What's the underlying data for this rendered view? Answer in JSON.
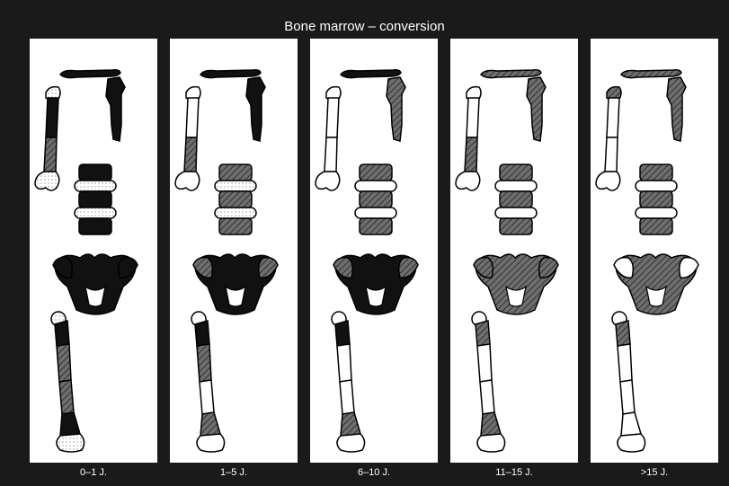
{
  "title": "Bone marrow – conversion",
  "legend_colors": {
    "red_marrow": "#111111",
    "mixed_marrow": "#6e6e6e",
    "yellow_marrow": "#ffffff",
    "dotted_marrow": "#ffffff",
    "background": "#1a1a1a",
    "panel": "#ffffff"
  },
  "stages": [
    {
      "label": "0–1 J.",
      "clav": "black",
      "scap": "black",
      "humHead": "dots",
      "humShaft": "black",
      "humLow": "gray",
      "humEnd": "dots",
      "vert": "black",
      "disc": "dots",
      "pelvis": "black",
      "wing": "black",
      "femHead": "dots",
      "femNeck": "black",
      "femUp": "gray",
      "femMid": "gray",
      "femLow": "black",
      "femEnd": "dots"
    },
    {
      "label": "1–5 J.",
      "clav": "black",
      "scap": "black",
      "humHead": "white",
      "humShaft": "white",
      "humLow": "gray",
      "humEnd": "white",
      "vert": "gray",
      "disc": "dots",
      "pelvis": "black",
      "wing": "gray",
      "femHead": "white",
      "femNeck": "black",
      "femUp": "gray",
      "femMid": "white",
      "femLow": "gray",
      "femEnd": "white"
    },
    {
      "label": "6–10 J.",
      "clav": "black",
      "scap": "gray",
      "humHead": "white",
      "humShaft": "white",
      "humLow": "white",
      "humEnd": "white",
      "vert": "gray",
      "disc": "white",
      "pelvis": "black",
      "wing": "gray",
      "femHead": "white",
      "femNeck": "black",
      "femUp": "white",
      "femMid": "white",
      "femLow": "gray",
      "femEnd": "white"
    },
    {
      "label": "11–15 J.",
      "clav": "gray",
      "scap": "gray",
      "humHead": "white",
      "humShaft": "white",
      "humLow": "gray",
      "humEnd": "white",
      "vert": "gray",
      "disc": "white",
      "pelvis": "gray",
      "wing": "gray",
      "femHead": "white",
      "femNeck": "gray",
      "femUp": "white",
      "femMid": "white",
      "femLow": "gray",
      "femEnd": "white"
    },
    {
      "label": ">15 J.",
      "clav": "gray",
      "scap": "gray",
      "humHead": "gray",
      "humShaft": "white",
      "humLow": "white",
      "humEnd": "white",
      "vert": "gray",
      "disc": "white",
      "pelvis": "gray",
      "wing": "white",
      "femHead": "white",
      "femNeck": "gray",
      "femUp": "white",
      "femMid": "white",
      "femLow": "white",
      "femEnd": "white"
    }
  ]
}
